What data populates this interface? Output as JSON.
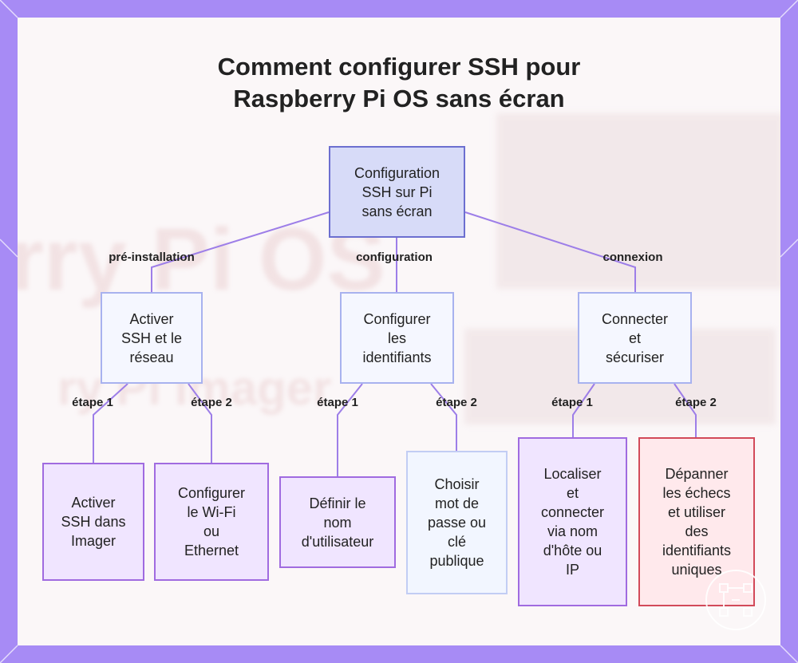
{
  "title_lines": [
    "Comment configurer SSH pour",
    "Raspberry Pi OS sans écran"
  ],
  "root": {
    "lines": [
      "Configuration",
      "SSH sur Pi",
      "sans écran"
    ]
  },
  "branches": [
    {
      "edge_label": "pré-installation",
      "lines": [
        "Activer",
        "SSH et le",
        "réseau"
      ]
    },
    {
      "edge_label": "configuration",
      "lines": [
        "Configurer",
        "les",
        "identifiants"
      ]
    },
    {
      "edge_label": "connexion",
      "lines": [
        "Connecter",
        "et",
        "sécuriser"
      ]
    }
  ],
  "steps": [
    {
      "edge_label": "étape 1",
      "lines": [
        "Activer",
        "SSH dans",
        "Imager"
      ],
      "color": "#a06be0"
    },
    {
      "edge_label": "étape 2",
      "lines": [
        "Configurer",
        "le Wi-Fi",
        "ou",
        "Ethernet"
      ],
      "color": "#a06be0"
    },
    {
      "edge_label": "étape 1",
      "lines": [
        "Définir le",
        "nom",
        "d'utilisateur"
      ],
      "color": "#a06be0"
    },
    {
      "edge_label": "étape 2",
      "lines": [
        "Choisir",
        "mot de",
        "passe ou",
        "clé",
        "publique"
      ],
      "color": "#c2cdf4"
    },
    {
      "edge_label": "étape 1",
      "lines": [
        "Localiser",
        "et",
        "connecter",
        "via nom",
        "d'hôte ou",
        "IP"
      ],
      "color": "#a06be0"
    },
    {
      "edge_label": "étape 2",
      "lines": [
        "Dépanner",
        "les échecs",
        "et utiliser",
        "des",
        "identifiants",
        "uniques"
      ],
      "color": "#d24a5a"
    }
  ],
  "background_text": [
    "rry Pi OS",
    "ry Pi Imager"
  ],
  "colors": {
    "frame": "#a78bf5",
    "connector": "#9d7ee8"
  }
}
